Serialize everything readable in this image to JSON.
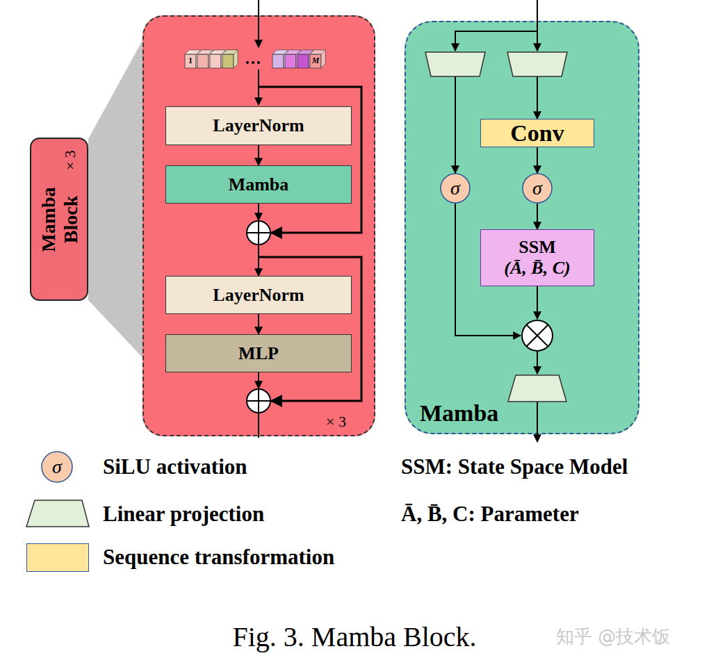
{
  "diagram": {
    "caption": "Fig. 3. Mamba Block.",
    "nodes": [
      {
        "text": [
          "Mamba Block",
          "× 3"
        ]
      },
      {
        "text": [
          "× 3"
        ]
      },
      {
        "text": [
          "LayerNorm"
        ],
        "in": 1
      },
      {
        "text": [
          "Mamba"
        ],
        "in": 1
      },
      {
        "text": [
          "LayerNorm"
        ],
        "in": 1
      },
      {
        "text": [
          "MLP"
        ],
        "in": 1
      },
      {
        "text": [
          "Mamba"
        ]
      },
      {
        "text": [
          "Conv"
        ],
        "in": 6
      },
      {
        "text": [
          "σ"
        ],
        "in": 6
      },
      {
        "text": [
          "σ"
        ],
        "in": 6
      },
      {
        "text": [
          "SSM",
          "(Ā, B̄, C)"
        ],
        "in": 6
      }
    ],
    "edges": [
      {
        "from": 2,
        "to": 3,
        "arrow": "to"
      },
      {
        "from": 3,
        "to": 4,
        "arrow": "to"
      },
      {
        "from": 4,
        "to": 5,
        "arrow": "to"
      },
      {
        "from": 7,
        "to": 9,
        "arrow": "to"
      },
      {
        "from": 9,
        "to": 10,
        "arrow": "to"
      }
    ],
    "labels": [
      "1",
      "M",
      "σ",
      "SSM: State Space Model",
      "Ā, B̄, C: Parameter",
      "知乎 @技术饭"
    ],
    "legend": [
      {
        "text": "SiLU activation"
      },
      {
        "text": "Linear projection"
      },
      {
        "text": "Sequence transformation",
        "color": "#ffe699"
      }
    ]
  }
}
